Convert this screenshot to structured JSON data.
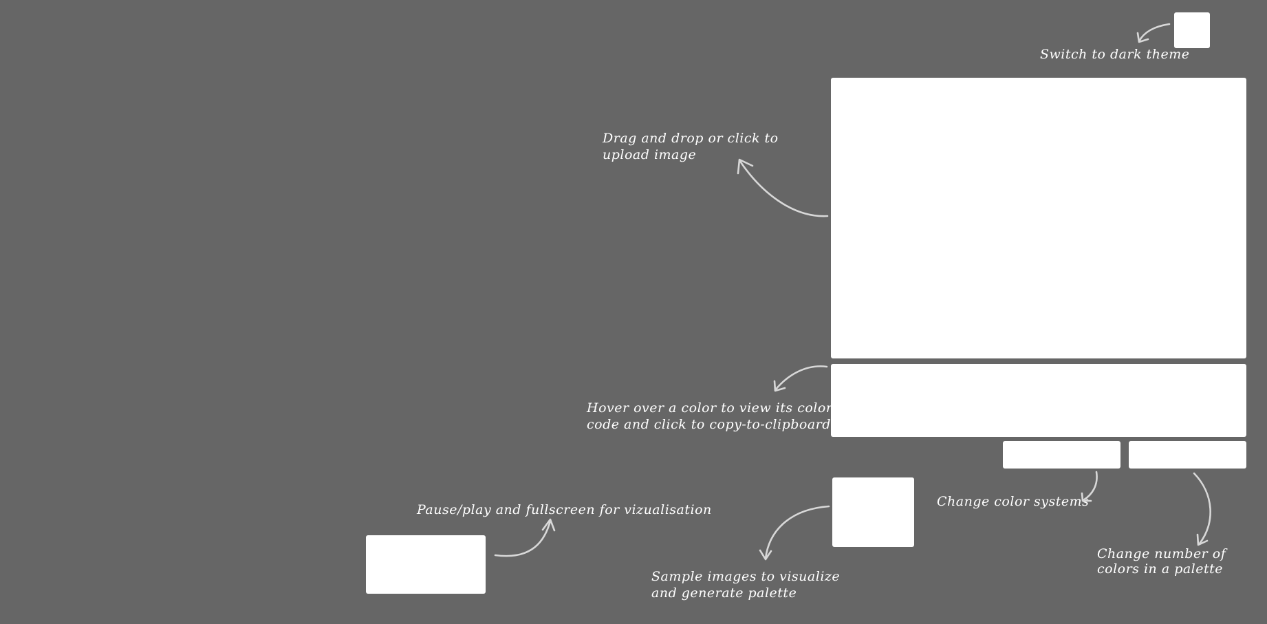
{
  "annotations": {
    "theme": "Switch to dark theme",
    "upload_line1": "Drag and drop or click to",
    "upload_line2": "upload image",
    "palette_line1": "Hover over a color to view its color",
    "palette_line2": "code and click to copy-to-clipboard",
    "controls": "Pause/play and fullscreen for vizualisation",
    "color_systems": "Change color systems",
    "color_count_line1": "Change number of",
    "color_count_line2": "colors in a palette",
    "samples_line1": "Sample images to visualize",
    "samples_line2": "and generate palette"
  },
  "colors": {
    "background": "#666666",
    "placeholder": "#ffffff",
    "text": "#ffffff",
    "arrow": "#d8d8d8"
  }
}
